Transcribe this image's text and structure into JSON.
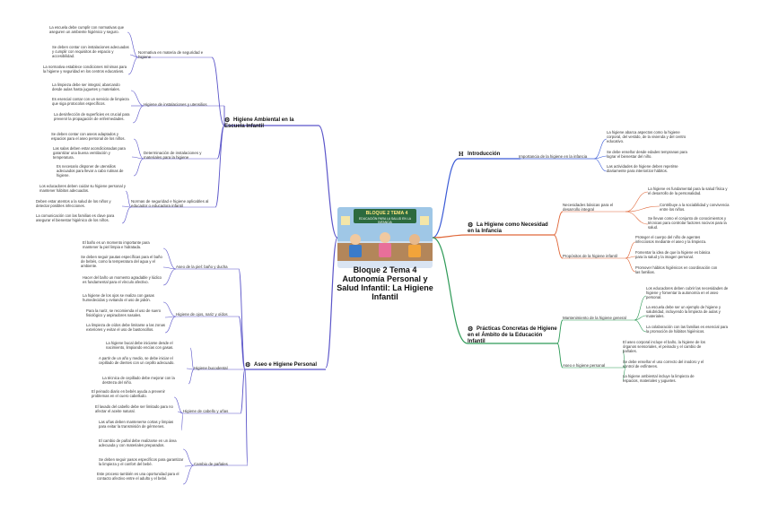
{
  "central": {
    "title": "Bloque 2 Tema 4 Autonomía Personal y Salud Infantil: La Higiene Infantil",
    "banner_text": "BLOQUE 2 TEMA 4",
    "banner_sub": "EDUCACIÓN PARA LA SALUD EN LA INFANCIA"
  },
  "left": {
    "ambiental": {
      "title": "Higiene Ambiental en la Escuela Infantil",
      "icon": "gear-icon",
      "subs": [
        {
          "label": "Normativa en materia de seguridad e higiene",
          "leaves": [
            "La escuela debe cumplir con normativas que aseguren un ambiente higiénico y seguro.",
            "Se deben contar con instalaciones adecuadas y cumplir con requisitos de espacio y accesibilidad.",
            "La normativa establece condiciones mínimas para la higiene y seguridad en los centros educativos."
          ]
        },
        {
          "label": "Higiene de instalaciones y utensilios",
          "leaves": [
            "La limpieza debe ser integral, abarcando desde aulas hasta juguetes y materiales.",
            "Es esencial contar con un servicio de limpieza que siga protocolos específicos.",
            "La desinfección de superficies es crucial para prevenir la propagación de enfermedades."
          ]
        },
        {
          "label": "Determinación de instalaciones y materiales para la higiene",
          "leaves": [
            "Se deben contar con aseos adaptados y espacios para el aseo personal de los niños.",
            "Las salas deben estar acondicionadas para garantizar una buena ventilación y temperatura.",
            "Es necesario disponer de utensilios adecuados para llevar a cabo rutinas de higiene."
          ]
        },
        {
          "label": "Normas de seguridad e higiene aplicables al educador o educadora infantil",
          "leaves": [
            "Los educadores deben cuidar su higiene personal y mantener hábitos adecuados.",
            "Deben estar atentos a la salud de los niños y detectar posibles infecciones.",
            "La comunicación con las familias es clave para asegurar el bienestar higiénico de los niños."
          ]
        }
      ]
    },
    "aseo": {
      "title": "Aseo e Higiene Personal",
      "icon": "gear-icon",
      "subs": [
        {
          "label": "Aseo de la piel: baño y ducha",
          "leaves": [
            "El baño es un momento importante para mantener la piel limpia e hidratada.",
            "Se deben seguir pautas específicas para el baño de bebés, como la temperatura del agua y el ambiente.",
            "Hacer del baño un momento agradable y lúdico es fundamental para el vínculo afectivo."
          ]
        },
        {
          "label": "Higiene de ojos, nariz y oídos",
          "leaves": [
            "La higiene de los ojos se realiza con gasas humedecidas y evitando el uso de jabón.",
            "Para la nariz, se recomienda el uso de suero fisiológico y aspiradores nasales.",
            "La limpieza de oídos debe limitarse a las zonas exteriores y evitar el uso de bastoncillos."
          ]
        },
        {
          "label": "Higiene bucodental",
          "leaves": [
            "La higiene bucal debe iniciarse desde el nacimiento, limpiando encías con gasas.",
            "A partir de un año y medio, se debe iniciar el cepillado de dientes con un cepillo adecuado.",
            "La técnica de cepillado debe mejorar con la destreza del niño."
          ]
        },
        {
          "label": "Higiene de cabello y uñas",
          "leaves": [
            "El peinado diario en bebés ayuda a prevenir problemas en el cuero cabelludo.",
            "El lavado del cabello debe ser limitado para no afectar el aceite natural.",
            "Las uñas deben mantenerse cortas y limpias para evitar la transmisión de gérmenes."
          ]
        },
        {
          "label": "Cambio de pañales",
          "leaves": [
            "El cambio de pañal debe realizarse en un área adecuada y con materiales preparados.",
            "Se deben seguir pasos específicos para garantizar la limpieza y el confort del bebé.",
            "Este proceso también es una oportunidad para el contacto afectivo entre el adulto y el bebé."
          ]
        }
      ]
    }
  },
  "right": {
    "intro": {
      "title": "Introducción",
      "icon": "h-icon",
      "subs": [
        {
          "label": "Importancia de la higiene en la infancia",
          "leaves": [
            "La higiene abarca aspectos como la higiene corporal, del vestido, de la vivienda y del centro educativo.",
            "Se debe enseñar desde edades tempranas para lograr el bienestar del niño.",
            "Las actividades de higiene deben repetirse diariamente para interiorizar hábitos."
          ]
        }
      ]
    },
    "necesidad": {
      "title": "La Higiene como Necesidad en la Infancia",
      "icon": "gear-icon",
      "subs": [
        {
          "label": "Necesidades básicas para el desarrollo integral",
          "leaves": [
            "La higiene es fundamental para la salud física y el desarrollo de la personalidad.",
            "Contribuye a la sociabilidad y convivencia entre los niños.",
            "Se llevan como el conjunto de conocimientos y técnicas para controlar factores nocivos para la salud."
          ]
        },
        {
          "label": "Propósitos de la higiene infantil",
          "leaves": [
            "Proteger el cuerpo del niño de agentes infecciosos mediante el aseo y la limpieza.",
            "Fomentar la idea de que la higiene es básica para la salud y la imagen personal.",
            "Promover hábitos higiénicos en coordinación con las familias."
          ]
        }
      ]
    },
    "practicas": {
      "title": "Prácticas Concretas de Higiene en el Ámbito de la Educación Infantil",
      "icon": "gear-icon",
      "subs": [
        {
          "label": "Mantenimiento de la higiene general",
          "leaves": [
            "Los educadores deben cubrir las necesidades de higiene y fomentar la autonomía en el aseo personal.",
            "La escuela debe ser un ejemplo de higiene y salubridad, incluyendo la limpieza de aulas y materiales.",
            "La colaboración con las familias es esencial para la promoción de hábitos higiénicos."
          ]
        },
        {
          "label": "Aseo e higiene personal",
          "leaves": [
            "El aseo corporal incluye el baño, la higiene de los órganos sensoriales, el peinado y el cambio de pañales.",
            "Se debe enseñar el uso correcto del inodoro y el control de esfínteres.",
            "La higiene ambiental incluye la limpieza de espacios, materiales y juguetes."
          ]
        }
      ]
    }
  },
  "colors": {
    "left": "#5b55c9",
    "intro": "#3b5bd6",
    "necesidad": "#e0683a",
    "practicas": "#2e9a57",
    "central_bg": "#d9e4f2"
  }
}
